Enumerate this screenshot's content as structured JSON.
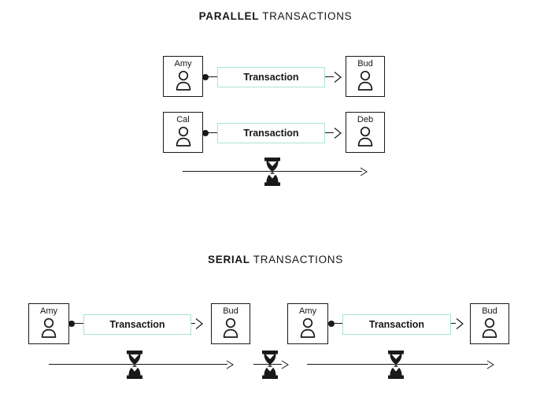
{
  "parallel": {
    "title_bold": "PARALLEL",
    "title_rest": "TRANSACTIONS",
    "rows": [
      {
        "from": "Amy",
        "label": "Transaction",
        "to": "Bud"
      },
      {
        "from": "Cal",
        "label": "Transaction",
        "to": "Deb"
      }
    ],
    "timeline_count": 1
  },
  "serial": {
    "title_bold": "SERIAL",
    "title_rest": "TRANSACTIONS",
    "rows": [
      {
        "from": "Amy",
        "label": "Transaction",
        "to": "Bud"
      },
      {
        "from": "Amy",
        "label": "Transaction",
        "to": "Bud"
      }
    ],
    "timeline_count": 3
  },
  "icons": {
    "person": "person-icon",
    "hourglass": "hourglass-icon",
    "arrowhead": "arrowhead-icon",
    "dot": "connector-dot"
  },
  "colors": {
    "background": "#ffffff",
    "stroke": "#191919",
    "text": "#161616",
    "transaction_border": "#a9e5cb"
  }
}
